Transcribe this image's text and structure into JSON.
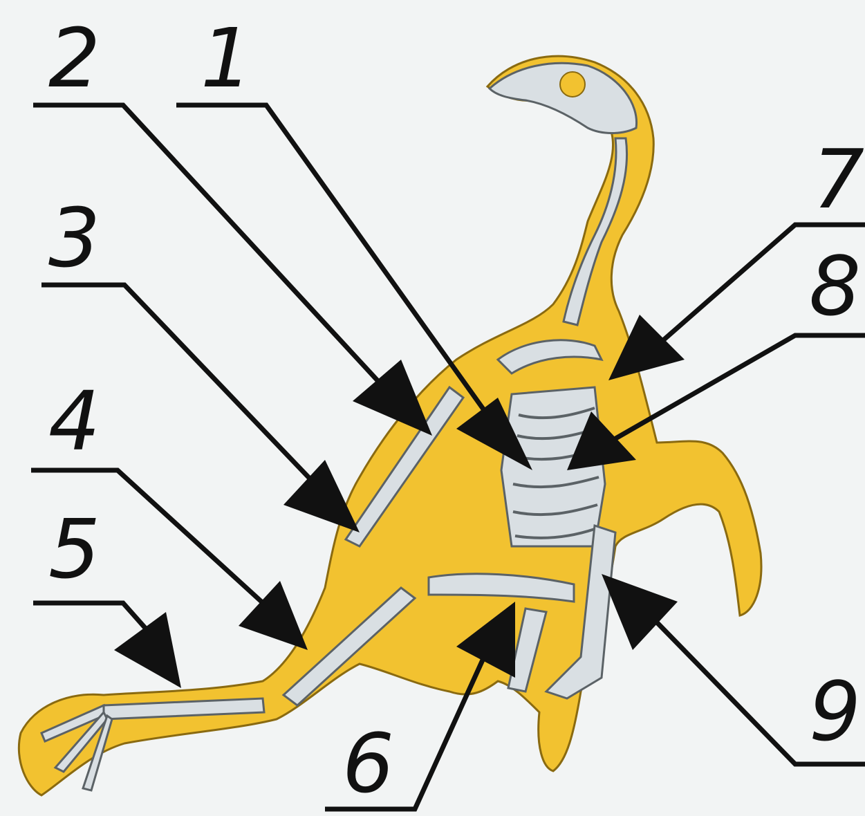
{
  "diagram": {
    "labels": {
      "l1": "1",
      "l2": "2",
      "l3": "3",
      "l4": "4",
      "l5": "5",
      "l6": "6",
      "l7": "7",
      "l8": "8",
      "l9": "9"
    },
    "colors": {
      "background": "#f2f4f4",
      "body": "#f2c230",
      "bone": "#d9dfe3",
      "lines": "#111111"
    }
  }
}
